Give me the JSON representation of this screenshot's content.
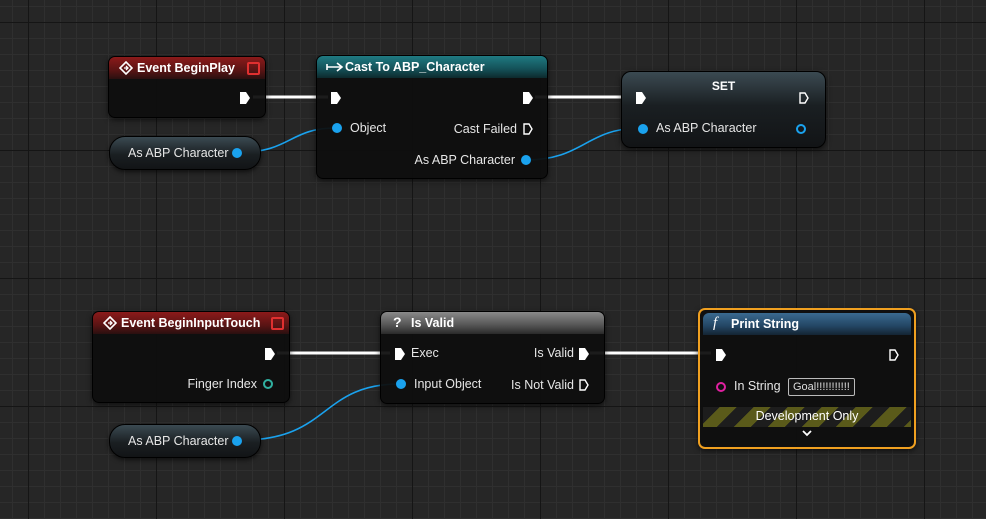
{
  "graph": {
    "event_begin_play": {
      "title": "Event BeginPlay"
    },
    "cast_node": {
      "title": "Cast To ABP_Character",
      "object_label": "Object",
      "cast_failed_label": "Cast Failed",
      "as_label": "As ABP Character"
    },
    "set_node": {
      "title": "SET",
      "input_label": "As ABP Character"
    },
    "var_get_1": {
      "label": "As ABP Character"
    },
    "event_begin_input_touch": {
      "title": "Event BeginInputTouch",
      "finger_index_label": "Finger Index"
    },
    "is_valid_node": {
      "title": "Is Valid",
      "exec_label": "Exec",
      "input_object_label": "Input Object",
      "is_valid_label": "Is Valid",
      "is_not_valid_label": "Is Not Valid"
    },
    "var_get_2": {
      "label": "As ABP Character"
    },
    "print_string_node": {
      "title": "Print String",
      "in_string_label": "In String",
      "in_string_value": "Goal!!!!!!!!!!!",
      "dev_only_label": "Development Only"
    }
  },
  "colors": {
    "event_header": "#8c1a1a",
    "cast_header": "#1f7a82",
    "is_valid_header": "#8a8a8a",
    "function_header": "#3a6a90",
    "object_pin": "#1aa2ee",
    "string_pin": "#e020a0",
    "selection_outline": "#f0a020"
  },
  "icons": {
    "event": "event-diamond-icon",
    "cast": "cast-arrow-icon",
    "is_valid": "question-mark-icon",
    "function": "function-f-icon",
    "close": "stop-square-icon",
    "expand": "chevron-down-icon"
  }
}
